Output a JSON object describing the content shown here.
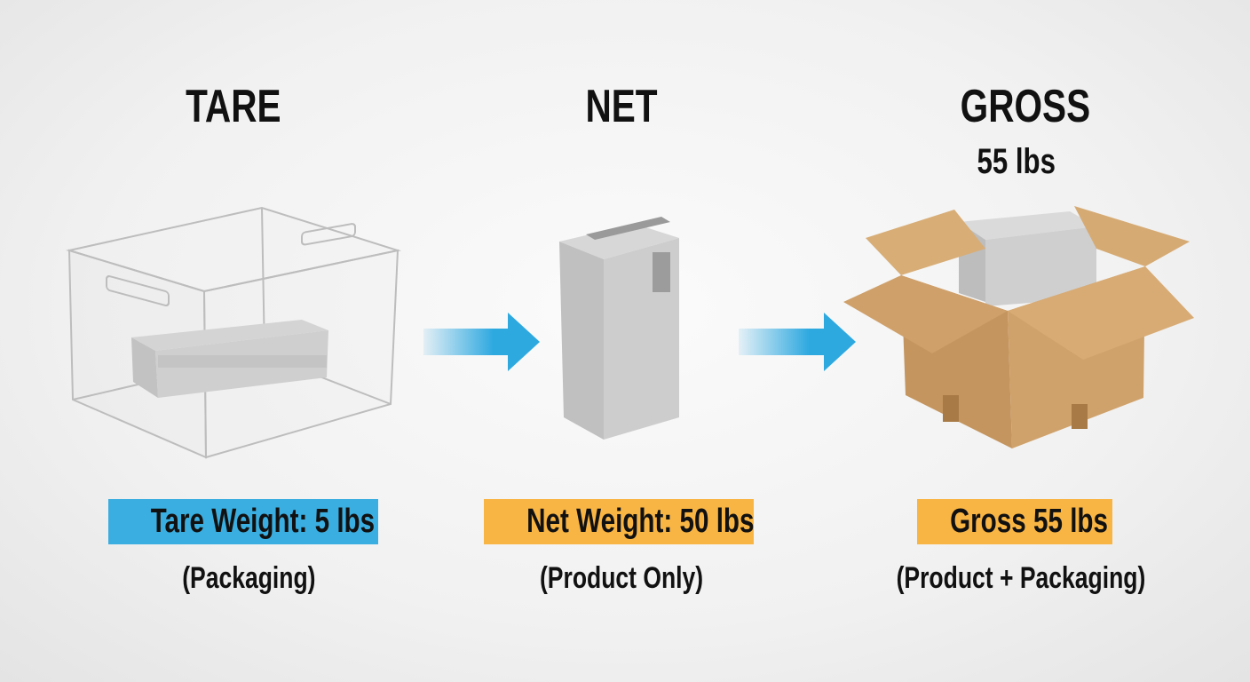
{
  "colors": {
    "tare": "#3aaee0",
    "net": "#f9b544",
    "gross": "#f9b544",
    "arrow": "#2ea9e0",
    "cardboard": "#c89a63"
  },
  "columns": [
    {
      "title": "TARE",
      "label": "Tare Weight: 5 lbs",
      "note": "(Packaging)"
    },
    {
      "title": "NET",
      "label": "Net Weight: 50 lbs",
      "note": "(Product Only)"
    },
    {
      "title": "GROSS",
      "subtitle": "55 lbs",
      "label": "Gross 55 lbs",
      "note": "(Product + Packaging)"
    }
  ]
}
